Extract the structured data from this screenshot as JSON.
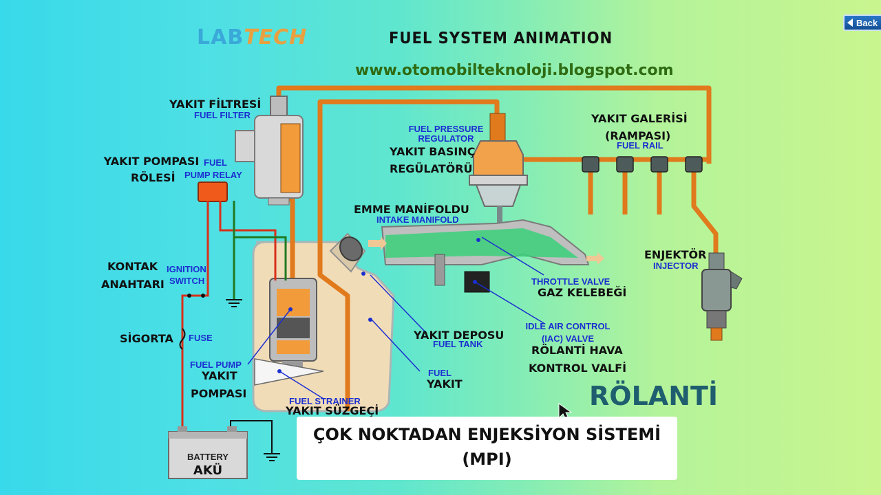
{
  "header": {
    "logo_prefix": "LAB",
    "logo_suffix": "TECH",
    "title": "FUEL SYSTEM ANIMATION",
    "website": "www.otomobilteknoloji.blogspot.com"
  },
  "nav": {
    "back_label": "Back"
  },
  "labels": {
    "fuel_filter_tr": "YAKIT FİLTRESİ",
    "fuel_filter_en": "FUEL FILTER",
    "fuel_pump_relay_tr_1": "YAKIT POMPASI",
    "fuel_pump_relay_tr_2": "RÖLESİ",
    "fuel_pump_relay_en_1": "FUEL",
    "fuel_pump_relay_en_2": "PUMP RELAY",
    "ignition_tr_1": "KONTAK",
    "ignition_tr_2": "ANAHTARI",
    "ignition_en_1": "IGNITION",
    "ignition_en_2": "SWITCH",
    "fuse_tr": "SİGORTA",
    "fuse_en": "FUSE",
    "fuel_pump_en": "FUEL PUMP",
    "fuel_pump_tr_1": "YAKIT",
    "fuel_pump_tr_2": "POMPASI",
    "fuel_strainer_en": "FUEL STRAINER",
    "fuel_strainer_tr": "YAKIT SÜZGEÇİ",
    "battery_en": "BATTERY",
    "battery_tr": "AKÜ",
    "regulator_en_1": "FUEL PRESSURE",
    "regulator_en_2": "REGULATOR",
    "regulator_tr_1": "YAKIT BASINÇ",
    "regulator_tr_2": "REGÜLATÖRÜ",
    "fuel_rail_tr_1": "YAKIT GALERİSİ",
    "fuel_rail_tr_2": "(RAMPASI)",
    "fuel_rail_en": "FUEL RAIL",
    "intake_tr": "EMME MANİFOLDU",
    "intake_en": "INTAKE MANIFOLD",
    "injector_tr": "ENJEKTÖR",
    "injector_en": "INJECTOR",
    "throttle_en": "THROTTLE VALVE",
    "throttle_tr": "GAZ KELEBEĞİ",
    "tank_tr": "YAKIT DEPOSU",
    "tank_en": "FUEL TANK",
    "iac_en_1": "IDLE AIR CONTROL",
    "iac_en_2": "(IAC) VALVE",
    "iac_tr_1": "RÖLANTİ HAVA",
    "iac_tr_2": "KONTROL VALFİ",
    "fuel_en": "FUEL",
    "fuel_tr": "YAKIT"
  },
  "mode": "RÖLANTİ",
  "caption": {
    "line1": "ÇOK NOKTADAN ENJEKSİYON SİSTEMİ",
    "line2": "(MPI)"
  },
  "colors": {
    "fuel_line": "#e07a1c",
    "wire_red": "#d8301a",
    "wire_green": "#1f7a22",
    "label_blue": "#1b2fd0",
    "intake_green": "#3ad07a"
  }
}
